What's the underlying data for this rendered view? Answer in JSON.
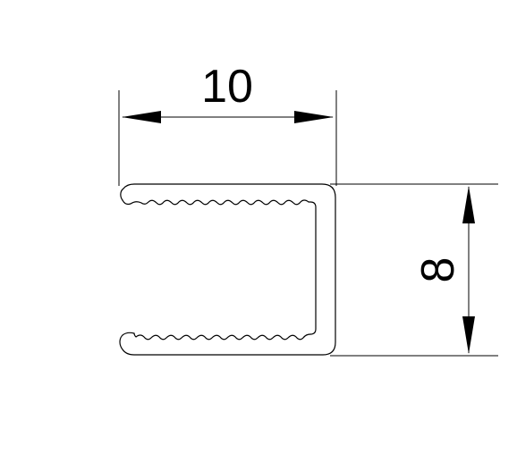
{
  "drawing": {
    "dimensions": [
      {
        "id": "width",
        "value": "10",
        "orientation": "horizontal"
      },
      {
        "id": "height",
        "value": "8",
        "orientation": "vertical"
      }
    ],
    "colors": {
      "background": "#ffffff",
      "line": "#000000"
    }
  }
}
